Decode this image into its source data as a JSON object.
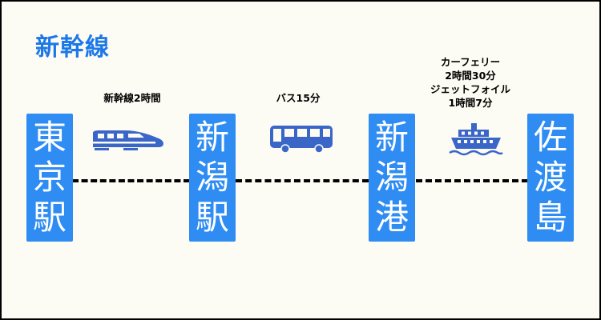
{
  "title": "新幹線",
  "colors": {
    "accent": "#1c78e8",
    "station_box": "#2e8cf3",
    "icon": "#3a66c8",
    "background": "#fdfcf4",
    "line": "#000000"
  },
  "stations": [
    {
      "name": "東京駅",
      "chars": [
        "東",
        "京",
        "駅"
      ]
    },
    {
      "name": "新潟駅",
      "chars": [
        "新",
        "潟",
        "駅"
      ]
    },
    {
      "name": "新潟港",
      "chars": [
        "新",
        "潟",
        "港"
      ]
    },
    {
      "name": "佐渡島",
      "chars": [
        "佐",
        "渡",
        "島"
      ]
    }
  ],
  "legs": [
    {
      "mode_icon": "bullet-train-icon",
      "lines": [
        "新幹線2時間"
      ]
    },
    {
      "mode_icon": "bus-icon",
      "lines": [
        "バス15分"
      ]
    },
    {
      "mode_icon": "ferry-icon",
      "lines": [
        "カーフェリー",
        "2時間30分",
        "ジェットフォイル",
        "1時間7分"
      ]
    }
  ]
}
